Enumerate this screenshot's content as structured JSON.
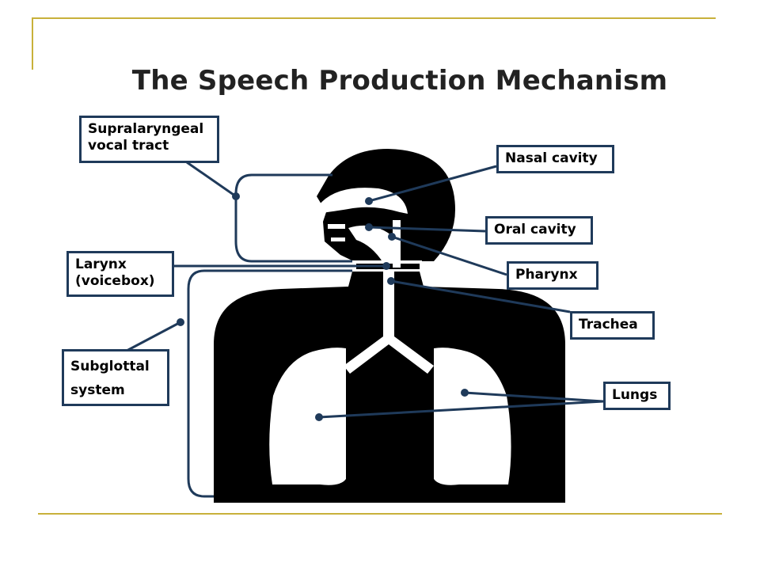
{
  "title": "The Speech Production Mechanism",
  "labels": {
    "supralaryngeal_line1": "Supralaryngeal",
    "supralaryngeal_line2": "vocal tract",
    "nasal": "Nasal cavity",
    "oral": "Oral cavity",
    "larynx_line1": "Larynx",
    "larynx_line2": "(voicebox)",
    "pharynx": "Pharynx",
    "trachea": "Trachea",
    "subglottal_line1": "Subglottal",
    "subglottal_line2": "system",
    "lungs": "Lungs"
  },
  "colors": {
    "accent_rule": "#c8b13a",
    "leader_line": "#1f3a5a",
    "silhouette": "#000000"
  }
}
